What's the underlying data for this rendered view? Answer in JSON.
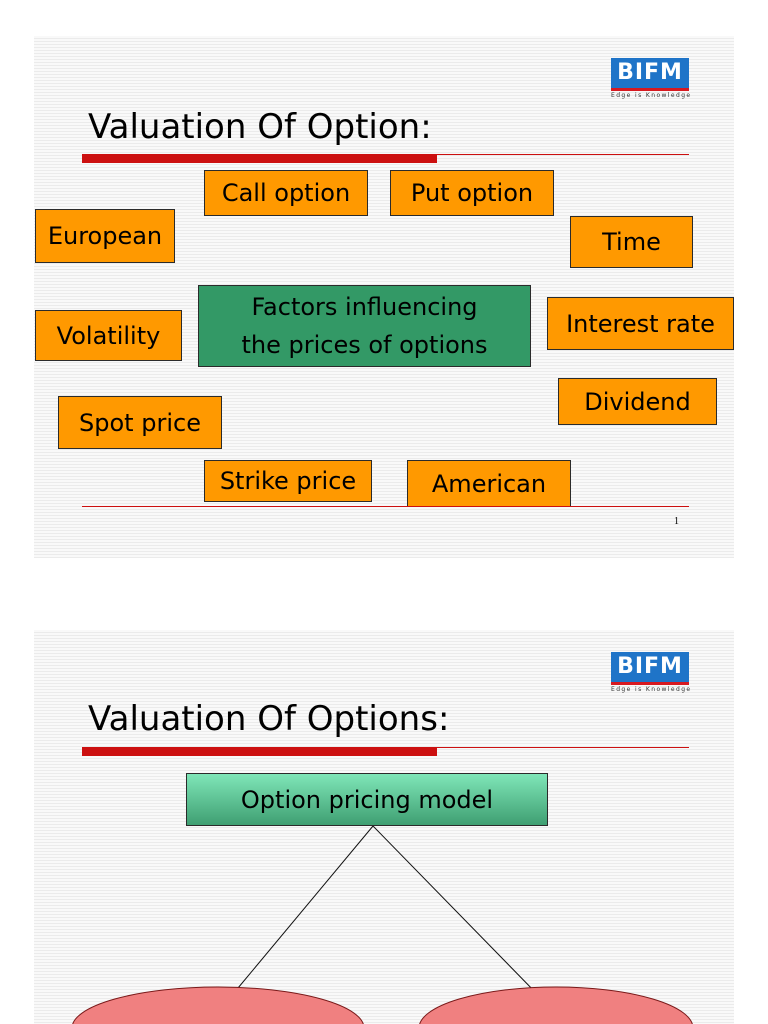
{
  "colors": {
    "accent_red": "#cc1010",
    "factor_box": "#ff9900",
    "center_box": "#339966",
    "model_box": "#5cc496",
    "oval": "#f08080",
    "logo_blue": "#1f74c8"
  },
  "logo": {
    "text": "BIFM",
    "tagline": "Edge is Knowledge"
  },
  "slide1": {
    "title": "Valuation Of Option:",
    "center": {
      "line1": "Factors influencing",
      "line2": "the prices of options"
    },
    "factors": {
      "call_option": "Call option",
      "put_option": "Put option",
      "european": "European",
      "time": "Time",
      "volatility": "Volatility",
      "interest_rate": "Interest rate",
      "dividend": "Dividend",
      "spot_price": "Spot price",
      "strike_price": "Strike price",
      "american": "American"
    },
    "page_number": "1"
  },
  "slide2": {
    "title": "Valuation Of Options:",
    "model": "Option pricing model"
  }
}
